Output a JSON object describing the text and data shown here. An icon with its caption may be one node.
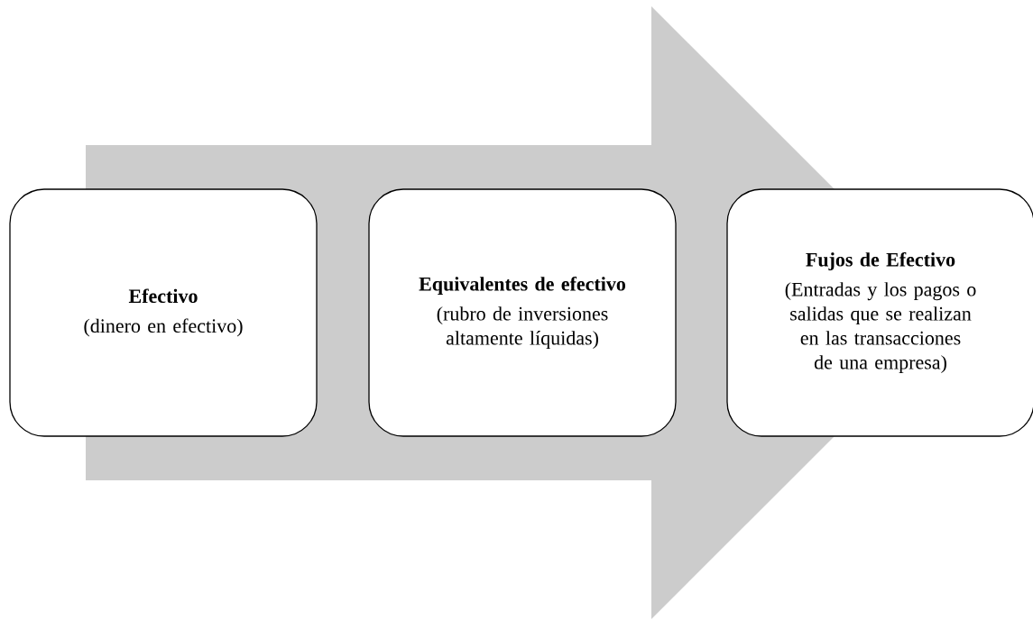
{
  "diagram": {
    "nodes": [
      {
        "text": [
          "Efectivo",
          "(dinero en efectivo)"
        ]
      },
      {
        "text": [
          "Equivalentes de efectivo",
          "(rubro de inversiones altamente líquidas)"
        ]
      },
      {
        "text": [
          "Fujos de Efectivo",
          "(Entradas y los pagos o salidas que se realizan en las transacciones de una empresa)"
        ]
      }
    ],
    "edges": [
      {
        "from": 0,
        "to": 2,
        "arrow": "to",
        "style": "thick"
      }
    ]
  }
}
